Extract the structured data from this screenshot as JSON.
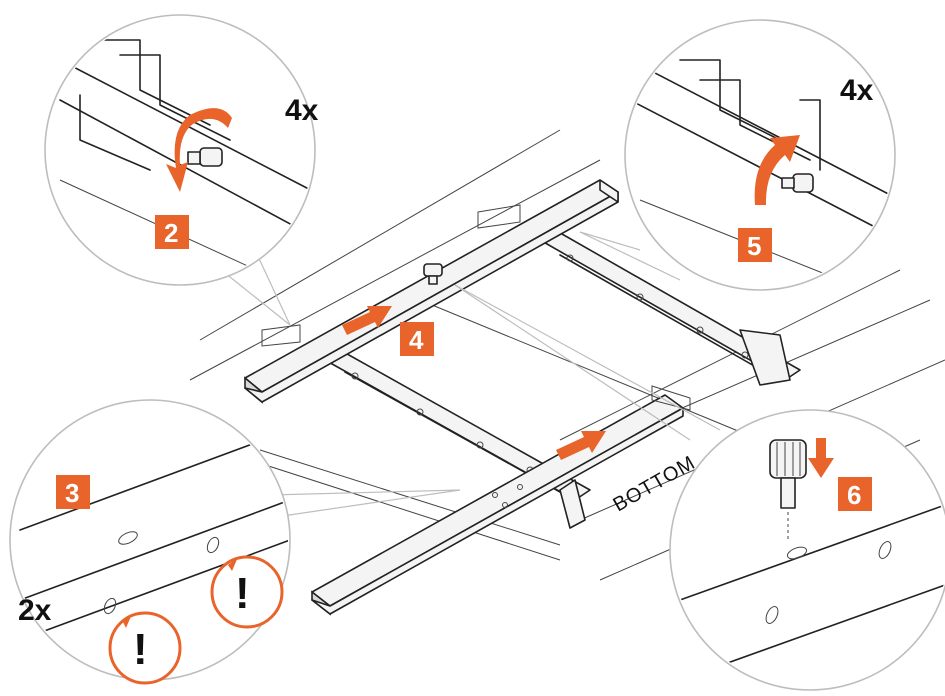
{
  "steps": {
    "step2": "2",
    "step3": "3",
    "step4": "4",
    "step5": "5",
    "step6": "6"
  },
  "multipliers": {
    "top_left": "4x",
    "top_right": "4x",
    "bottom_left": "2x"
  },
  "orientation_label": "BOTTOM",
  "warnings": [
    "!",
    "!"
  ],
  "colors": {
    "accent": "#e9642a",
    "ink": "#222222",
    "callout_outline": "#bdbdbd"
  },
  "icons": [
    "rotate-ccw-arrow-icon",
    "rotate-cw-arrow-icon",
    "slide-right-arrow-icon",
    "press-down-arrow-icon",
    "warning-icon",
    "thumb-screw-icon"
  ]
}
